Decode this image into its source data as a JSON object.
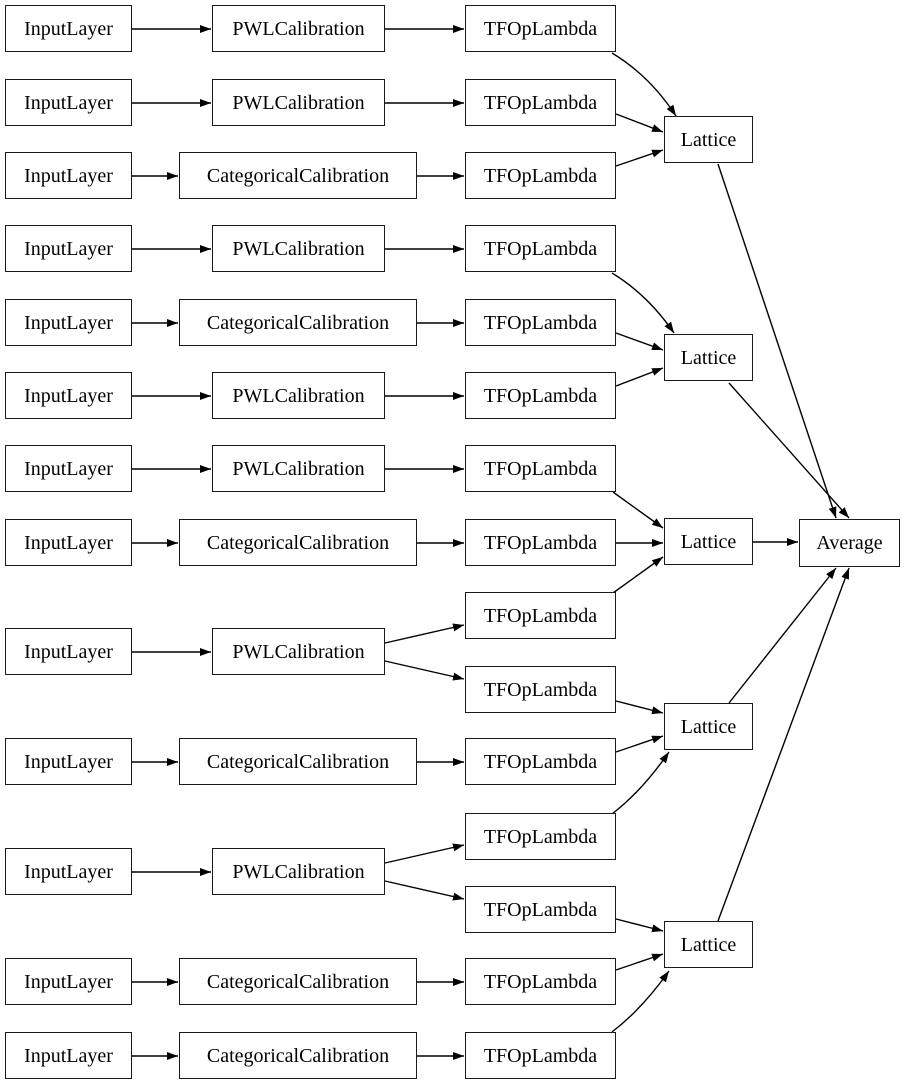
{
  "diagram": {
    "type": "model-graph",
    "background_color": "#ffffff",
    "node_fill_color": "#ffffff",
    "node_border_color": "#1a1a1a",
    "edge_color": "#000000",
    "labels": {
      "input": "InputLayer",
      "pwl": "PWLCalibration",
      "categorical": "CategoricalCalibration",
      "lambda": "TFOpLambda",
      "lattice": "Lattice",
      "average": "Average"
    },
    "nodes": [
      {
        "id": "il1",
        "type": "InputLayer"
      },
      {
        "id": "il2",
        "type": "InputLayer"
      },
      {
        "id": "il3",
        "type": "InputLayer"
      },
      {
        "id": "il4",
        "type": "InputLayer"
      },
      {
        "id": "il5",
        "type": "InputLayer"
      },
      {
        "id": "il6",
        "type": "InputLayer"
      },
      {
        "id": "il7",
        "type": "InputLayer"
      },
      {
        "id": "il8",
        "type": "InputLayer"
      },
      {
        "id": "il9",
        "type": "InputLayer"
      },
      {
        "id": "il10",
        "type": "InputLayer"
      },
      {
        "id": "il11",
        "type": "InputLayer"
      },
      {
        "id": "il12",
        "type": "InputLayer"
      },
      {
        "id": "il13",
        "type": "InputLayer"
      },
      {
        "id": "c1",
        "type": "PWLCalibration"
      },
      {
        "id": "c2",
        "type": "PWLCalibration"
      },
      {
        "id": "c3",
        "type": "CategoricalCalibration"
      },
      {
        "id": "c4",
        "type": "PWLCalibration"
      },
      {
        "id": "c5",
        "type": "CategoricalCalibration"
      },
      {
        "id": "c6",
        "type": "PWLCalibration"
      },
      {
        "id": "c7",
        "type": "PWLCalibration"
      },
      {
        "id": "c8",
        "type": "CategoricalCalibration"
      },
      {
        "id": "c9",
        "type": "PWLCalibration"
      },
      {
        "id": "c10",
        "type": "CategoricalCalibration"
      },
      {
        "id": "c11",
        "type": "PWLCalibration"
      },
      {
        "id": "c12",
        "type": "CategoricalCalibration"
      },
      {
        "id": "c13",
        "type": "CategoricalCalibration"
      },
      {
        "id": "t1",
        "type": "TFOpLambda"
      },
      {
        "id": "t2",
        "type": "TFOpLambda"
      },
      {
        "id": "t3",
        "type": "TFOpLambda"
      },
      {
        "id": "t4",
        "type": "TFOpLambda"
      },
      {
        "id": "t5",
        "type": "TFOpLambda"
      },
      {
        "id": "t6",
        "type": "TFOpLambda"
      },
      {
        "id": "t7",
        "type": "TFOpLambda"
      },
      {
        "id": "t8",
        "type": "TFOpLambda"
      },
      {
        "id": "t9",
        "type": "TFOpLambda"
      },
      {
        "id": "t10",
        "type": "TFOpLambda"
      },
      {
        "id": "t11",
        "type": "TFOpLambda"
      },
      {
        "id": "t12",
        "type": "TFOpLambda"
      },
      {
        "id": "t13",
        "type": "TFOpLambda"
      },
      {
        "id": "t14",
        "type": "TFOpLambda"
      },
      {
        "id": "t15",
        "type": "TFOpLambda"
      },
      {
        "id": "lat1",
        "type": "Lattice"
      },
      {
        "id": "lat2",
        "type": "Lattice"
      },
      {
        "id": "lat3",
        "type": "Lattice"
      },
      {
        "id": "lat4",
        "type": "Lattice"
      },
      {
        "id": "lat5",
        "type": "Lattice"
      },
      {
        "id": "avg",
        "type": "Average"
      }
    ],
    "edges": [
      [
        "il1",
        "c1"
      ],
      [
        "il2",
        "c2"
      ],
      [
        "il3",
        "c3"
      ],
      [
        "il4",
        "c4"
      ],
      [
        "il5",
        "c5"
      ],
      [
        "il6",
        "c6"
      ],
      [
        "il7",
        "c7"
      ],
      [
        "il8",
        "c8"
      ],
      [
        "il9",
        "c9"
      ],
      [
        "il10",
        "c10"
      ],
      [
        "il11",
        "c11"
      ],
      [
        "il12",
        "c12"
      ],
      [
        "il13",
        "c13"
      ],
      [
        "c1",
        "t1"
      ],
      [
        "c2",
        "t2"
      ],
      [
        "c3",
        "t3"
      ],
      [
        "c4",
        "t4"
      ],
      [
        "c5",
        "t5"
      ],
      [
        "c6",
        "t6"
      ],
      [
        "c7",
        "t7"
      ],
      [
        "c8",
        "t8"
      ],
      [
        "c9",
        "t9"
      ],
      [
        "c9",
        "t10"
      ],
      [
        "c10",
        "t11"
      ],
      [
        "c11",
        "t12"
      ],
      [
        "c11",
        "t13"
      ],
      [
        "c12",
        "t14"
      ],
      [
        "c13",
        "t15"
      ],
      [
        "t1",
        "lat1"
      ],
      [
        "t2",
        "lat1"
      ],
      [
        "t3",
        "lat1"
      ],
      [
        "t4",
        "lat2"
      ],
      [
        "t5",
        "lat2"
      ],
      [
        "t6",
        "lat2"
      ],
      [
        "t7",
        "lat3"
      ],
      [
        "t8",
        "lat3"
      ],
      [
        "t9",
        "lat3"
      ],
      [
        "t10",
        "lat4"
      ],
      [
        "t11",
        "lat4"
      ],
      [
        "t12",
        "lat4"
      ],
      [
        "t13",
        "lat5"
      ],
      [
        "t14",
        "lat5"
      ],
      [
        "t15",
        "lat5"
      ],
      [
        "lat1",
        "avg"
      ],
      [
        "lat2",
        "avg"
      ],
      [
        "lat3",
        "avg"
      ],
      [
        "lat4",
        "avg"
      ],
      [
        "lat5",
        "avg"
      ]
    ]
  }
}
